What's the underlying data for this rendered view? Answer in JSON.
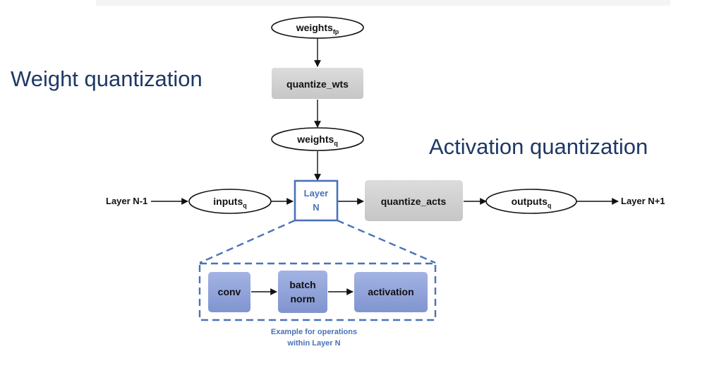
{
  "headings": {
    "weight": "Weight quantization",
    "activation": "Activation quantization"
  },
  "nodes": {
    "weights_fp": {
      "base": "weights",
      "sub": "fp"
    },
    "quantize_wts": "quantize_wts",
    "weights_q": {
      "base": "weights",
      "sub": "q"
    },
    "inputs_q": {
      "base": "inputs",
      "sub": "q"
    },
    "layer_n": {
      "line1": "Layer",
      "line2": "N"
    },
    "quantize_acts": "quantize_acts",
    "outputs_q": {
      "base": "outputs",
      "sub": "q"
    }
  },
  "side_labels": {
    "prev_layer": "Layer N-1",
    "next_layer": "Layer N+1"
  },
  "detail": {
    "conv": "conv",
    "batch_norm": {
      "line1": "batch",
      "line2": "norm"
    },
    "activation": "activation",
    "caption": {
      "line1": "Example for operations",
      "line2": "within Layer N"
    }
  },
  "colors": {
    "heading": "#1f3864",
    "gray_box": "#d0d0d0",
    "layer_border": "#4a72b8",
    "op_box": "#8fa3d9",
    "dashed": "#4a72b8",
    "caption": "#4a72b8"
  }
}
